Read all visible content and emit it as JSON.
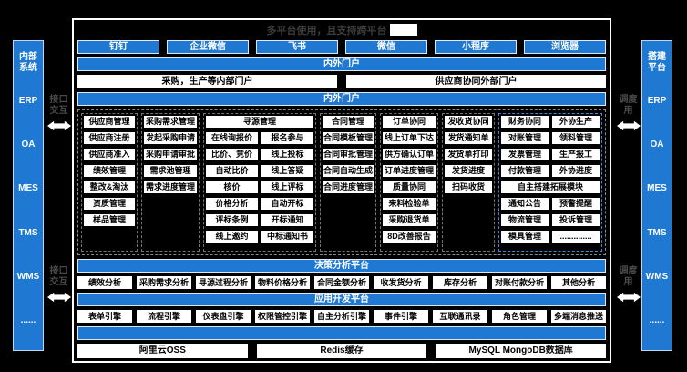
{
  "colors": {
    "blue": "#1f78d1",
    "background": "#000000",
    "box_fill": "#ffffff"
  },
  "title": {
    "text": "多平台使用，且支持跨平台"
  },
  "left_sidebar": {
    "title": "内部系统",
    "items": [
      "ERP",
      "OA",
      "MES",
      "TMS",
      "WMS",
      "......"
    ]
  },
  "right_sidebar": {
    "title": "搭建平台",
    "items": [
      "ERP",
      "OA",
      "MES",
      "TMS",
      "WMS",
      "......"
    ]
  },
  "connectors": {
    "left_label": "接口交互",
    "right_label": "调度用"
  },
  "platforms": [
    "钉钉",
    "企业微信",
    "飞书",
    "微信",
    "小程序",
    "浏览器"
  ],
  "portal": {
    "bar1": "内外门户",
    "boxes": [
      "采购，生产等内部门户",
      "供应商协同外部门户"
    ],
    "bar2": "内外门户"
  },
  "modules": {
    "supplier": {
      "header": "供应商管理",
      "items": [
        "供应商注册",
        "供应商准入",
        "绩效管理",
        "整改&淘汰",
        "资质管理",
        "样品管理"
      ]
    },
    "demand": {
      "header": "采购需求管理",
      "items": [
        "发起采购申请",
        "采购申请审批",
        "需求池管理",
        "需求进度管理"
      ]
    },
    "sourcing": {
      "header": "寻源管理",
      "left_items": [
        "在线询报价",
        "比价、竞价",
        "自动比价",
        "核价",
        "价格分析",
        "评标条例",
        "线上邀约"
      ],
      "right_items": [
        "报名参与",
        "线上投标",
        "线上答疑",
        "线上评标",
        "自动开标",
        "开标通知",
        "中标通知书"
      ]
    },
    "contract": {
      "header": "合同管理",
      "items": [
        "合同模板管理",
        "合同审批管理",
        "合同自动生成",
        "合同进度管理"
      ]
    },
    "order": {
      "header": "订单协同",
      "items": [
        "线上订单下达",
        "供方确认订单",
        "订单进度管理",
        "质量协同",
        "来料检验单",
        "采购退货单",
        "8D改善报告"
      ]
    },
    "shipping": {
      "header": "发收货协同",
      "items": [
        "发货通知单",
        "发货单打印",
        "发货进度",
        "扫码收货"
      ]
    },
    "finance_outsourcing": {
      "headers": [
        "财务协同",
        "外协生产"
      ],
      "top_items": [
        "对账管理",
        "领料管理",
        "发票管理",
        "生产报工",
        "付款管理",
        "外协进度"
      ],
      "span_bar": "自主搭建拓展模块",
      "bottom_items": [
        "通知公告",
        "预警提醒",
        "物流管理",
        "投诉管理",
        "模具管理",
        ".............."
      ]
    }
  },
  "decision": {
    "title": "决策分析平台",
    "items": [
      "绩效分析",
      "采购需求分析",
      "寻源过程分析",
      "物料价格分析",
      "合同金额分析",
      "收发货分析",
      "库存分析",
      "对账付款分析",
      "其他分析"
    ]
  },
  "appdev": {
    "title": "应用开发平台",
    "items": [
      "表单引擎",
      "流程引擎",
      "仪表盘引擎",
      "权限管控引擎",
      "自主分析引擎",
      "事件引擎",
      "互联通讯录",
      "角色管理",
      "多端消息推送"
    ]
  },
  "infra": {
    "items": [
      "阿里云OSS",
      "Redis缓存",
      "MySQL MongoDB数据库"
    ]
  }
}
